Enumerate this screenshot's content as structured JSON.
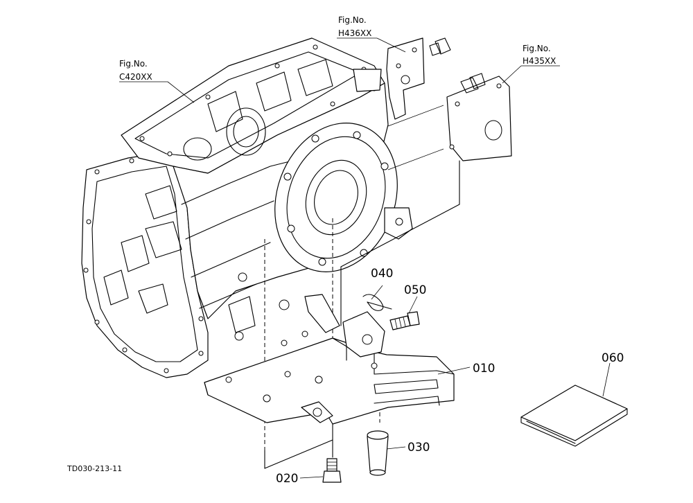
{
  "figure_refs": [
    {
      "title": "Fig.No.",
      "code": "C420XX"
    },
    {
      "title": "Fig.No.",
      "code": "H436XX"
    },
    {
      "title": "Fig.No.",
      "code": "H435XX"
    }
  ],
  "part_labels": [
    "010",
    "020",
    "030",
    "040",
    "050",
    "060"
  ],
  "drawing_code": "TD030-213-11"
}
